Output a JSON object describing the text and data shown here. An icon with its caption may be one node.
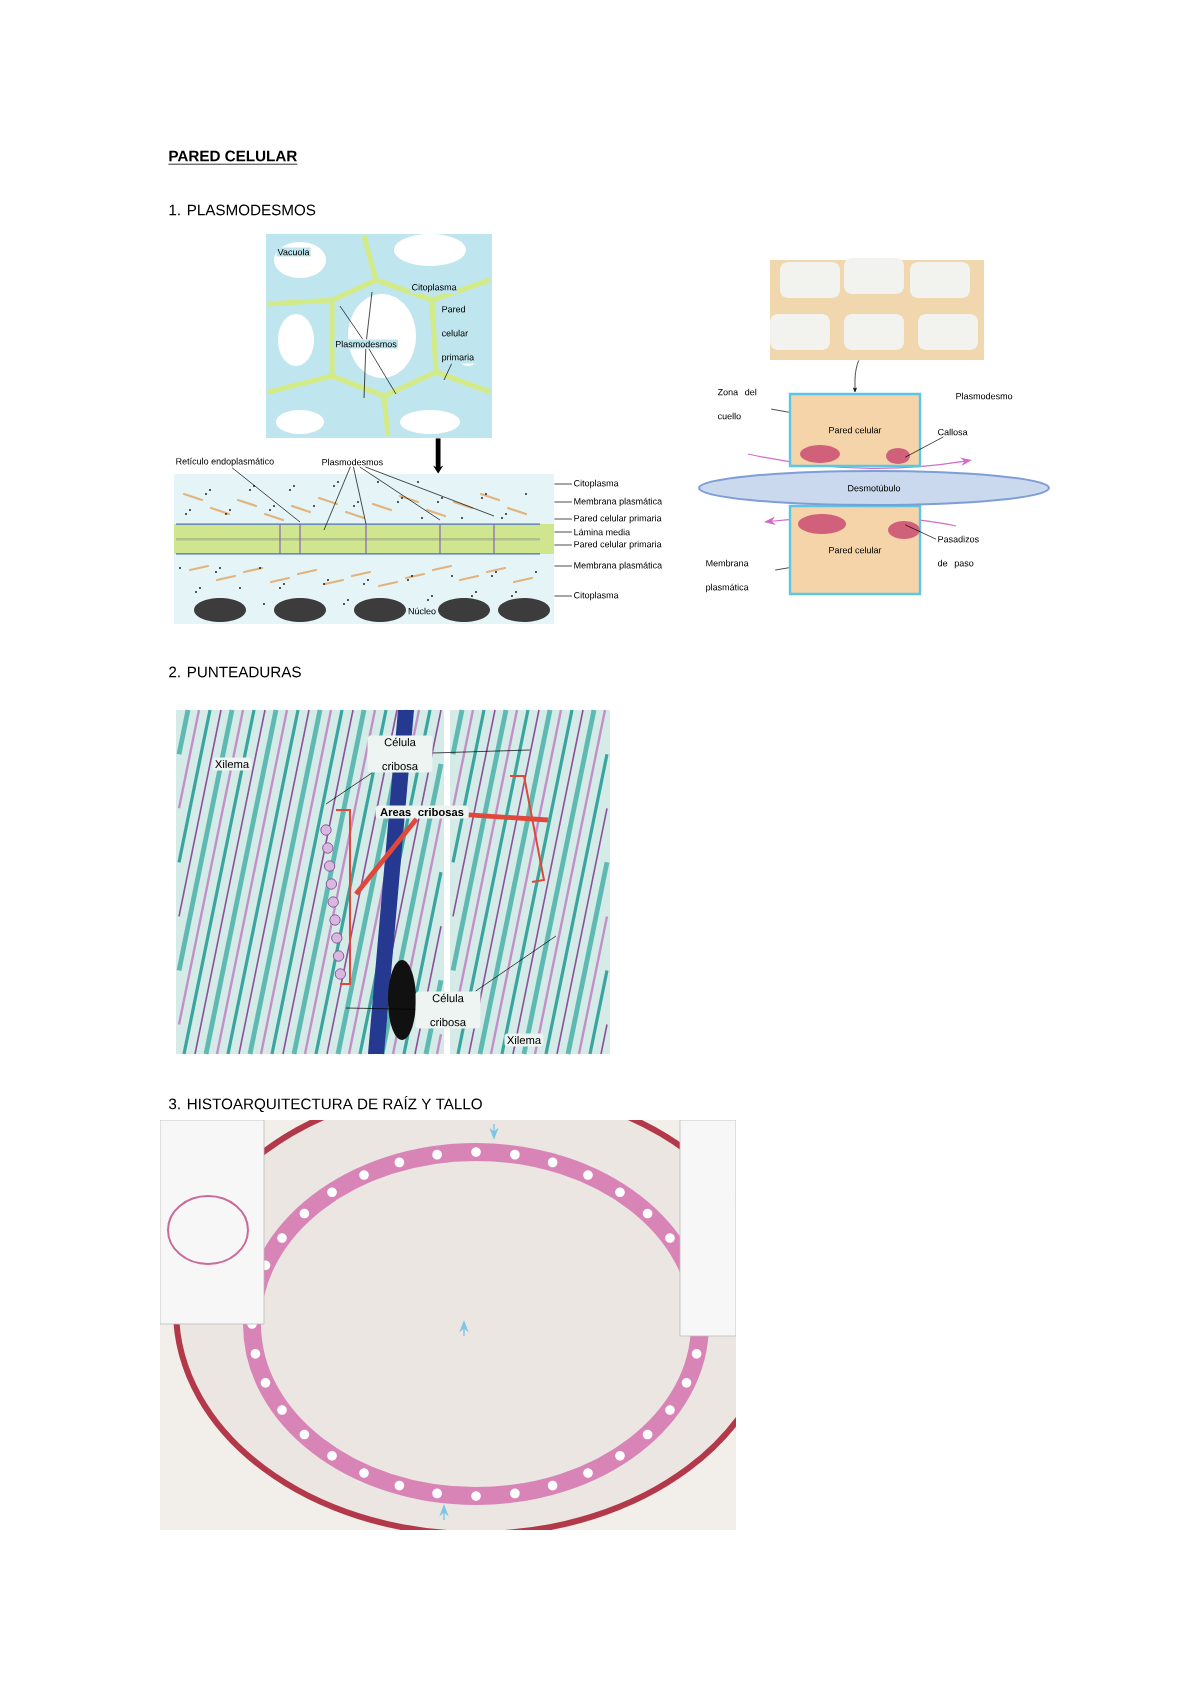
{
  "diagram": {
    "title": "PARED CELULAR",
    "nodes": [
      {
        "text": [],
        "shape": "picture"
      },
      {
        "text": [],
        "shape": "picture"
      },
      {
        "text": [
          "Vacuola"
        ],
        "in": 0
      },
      {
        "text": [
          "Citoplasma"
        ],
        "in": 0
      },
      {
        "text": [
          "Pared celular primaria"
        ],
        "in": 0
      },
      {
        "text": [
          "Plasmodesmos"
        ],
        "in": 0
      },
      {
        "text": [
          "Retículo endoplasmático"
        ]
      },
      {
        "text": [
          "Plasmodesmos"
        ]
      },
      {
        "text": [
          "Citoplasma"
        ]
      },
      {
        "text": [
          "Membrana plasmática"
        ]
      },
      {
        "text": [
          "Pared celular primaria"
        ]
      },
      {
        "text": [
          "Lámina media"
        ]
      },
      {
        "text": [
          "Pared celular primaria"
        ]
      },
      {
        "text": [
          "Membrana plasmática"
        ]
      },
      {
        "text": [
          "Citoplasma"
        ]
      },
      {
        "text": [
          "Núcleo"
        ],
        "in": 1
      },
      {
        "text": [],
        "shape": "picture"
      },
      {
        "text": [
          "Pared celular"
        ]
      },
      {
        "text": [
          "Pared celular"
        ]
      },
      {
        "text": [
          "Desmotúbulo"
        ]
      },
      {
        "text": [
          "Zona del cuello"
        ]
      },
      {
        "text": [
          "Plasmodesmo"
        ]
      },
      {
        "text": [
          "Callosa"
        ]
      },
      {
        "text": [
          "Pasadizos de paso"
        ]
      },
      {
        "text": [
          "Membrana plasmática"
        ]
      },
      {
        "text": [],
        "shape": "picture"
      },
      {
        "text": [],
        "shape": "picture"
      },
      {
        "text": [
          "Xilema"
        ],
        "in": 25
      },
      {
        "text": [
          "Célula cribosa"
        ],
        "in": 25
      },
      {
        "text": [
          "Areas cribosas"
        ]
      },
      {
        "text": [
          "Célula cribosa"
        ]
      },
      {
        "text": [
          "Xilema"
        ],
        "in": 26
      },
      {
        "text": [],
        "shape": "picture"
      }
    ],
    "edges": [
      {
        "from": 0,
        "to": 1,
        "arrow": "to",
        "style": "thick"
      },
      {
        "from": 16,
        "to": 17,
        "arrow": "to"
      },
      {
        "from": 4,
        "to": null,
        "arrow": "none"
      },
      {
        "from": 5,
        "to": null,
        "arrow": "none"
      },
      {
        "from": 5,
        "to": null,
        "arrow": "none"
      },
      {
        "from": 5,
        "to": null,
        "arrow": "none"
      },
      {
        "from": 5,
        "to": null,
        "arrow": "none"
      },
      {
        "from": 6,
        "to": null,
        "arrow": "none"
      },
      {
        "from": 7,
        "to": null,
        "arrow": "none"
      },
      {
        "from": 7,
        "to": null,
        "arrow": "none"
      },
      {
        "from": 7,
        "to": null,
        "arrow": "none"
      },
      {
        "from": 7,
        "to": null,
        "arrow": "none"
      },
      {
        "from": 8,
        "to": 1,
        "arrow": "none"
      },
      {
        "from": 9,
        "to": 1,
        "arrow": "none"
      },
      {
        "from": 10,
        "to": 1,
        "arrow": "none"
      },
      {
        "from": 11,
        "to": 1,
        "arrow": "none"
      },
      {
        "from": 12,
        "to": 1,
        "arrow": "none"
      },
      {
        "from": 13,
        "to": 1,
        "arrow": "none"
      },
      {
        "from": 14,
        "to": 1,
        "arrow": "none"
      },
      {
        "from": 20,
        "to": 17,
        "arrow": "none"
      },
      {
        "from": 22,
        "to": 17,
        "arrow": "none"
      },
      {
        "from": 23,
        "to": 18,
        "arrow": "none"
      },
      {
        "from": 24,
        "to": 18,
        "arrow": "none"
      },
      {
        "from": 28,
        "to": 26,
        "arrow": "none"
      },
      {
        "from": 28,
        "to": null,
        "arrow": "none"
      },
      {
        "from": 29,
        "to": null,
        "arrow": "none",
        "style": "thick",
        "color": "#e0483c"
      },
      {
        "from": 29,
        "to": 26,
        "arrow": "none",
        "style": "thick",
        "color": "#e0483c"
      },
      {
        "from": 30,
        "to": null,
        "arrow": "none"
      },
      {
        "from": 30,
        "to": 26,
        "arrow": "none"
      }
    ],
    "labels": [
      "1. PLASMODESMOS",
      "2. PUNTEADURAS",
      "3. HISTOARQUITECTURA DE RAÍZ Y TALLO"
    ]
  }
}
